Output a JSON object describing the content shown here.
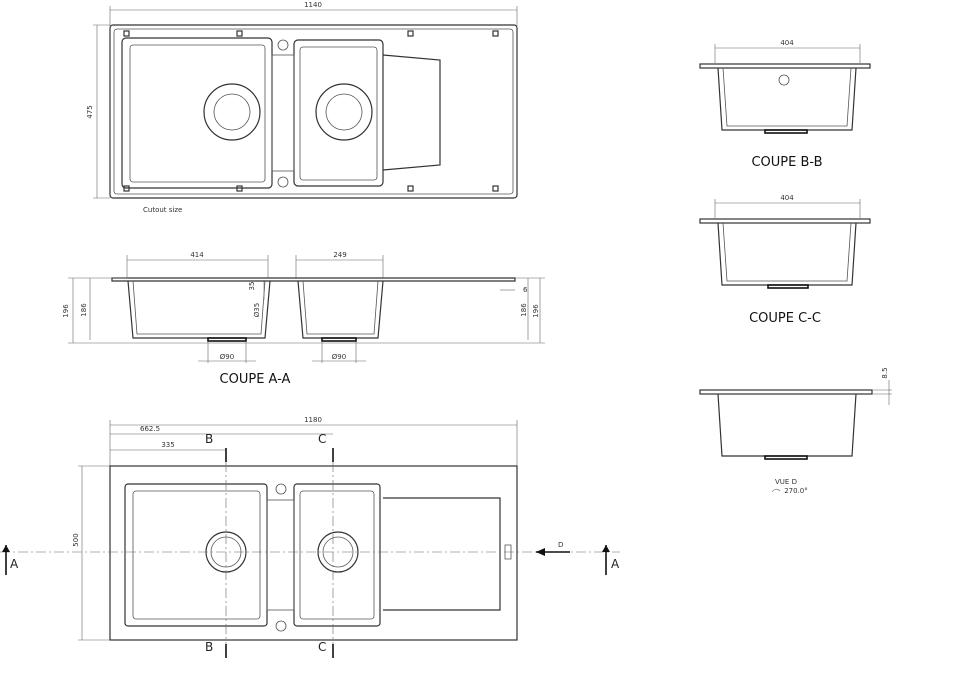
{
  "top_view": {
    "width_dim": "1140",
    "height_dim": "475",
    "caption": "Cutout size"
  },
  "section_aa": {
    "dim_left_bowl": "414",
    "dim_right_bowl": "249",
    "dim_35": "35",
    "dim_d35": "Ø35",
    "dim_6": "6",
    "dim_186": "186",
    "dim_196": "196",
    "drain_left": "Ø90",
    "drain_right": "Ø90",
    "title": "COUPE A-A"
  },
  "section_bb": {
    "width_dim": "404",
    "title": "COUPE B-B"
  },
  "section_cc": {
    "width_dim": "404",
    "title": "COUPE C-C"
  },
  "view_d": {
    "dim_thickness": "8.5",
    "title": "VUE D",
    "rotation": "270.0°"
  },
  "bottom_view": {
    "dim_total": "1180",
    "dim_c": "662.5",
    "dim_b": "335",
    "height_dim": "500",
    "label_b": "B",
    "label_c": "C",
    "label_a": "A",
    "label_d": "D"
  }
}
